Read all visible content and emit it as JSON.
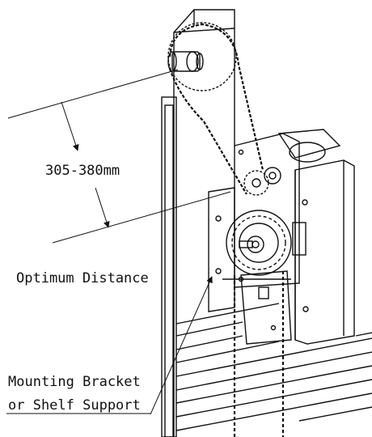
{
  "labels": {
    "dimension": "305-380mm",
    "optimum": "Optimum Distance",
    "bracket_line1": "Mounting Bracket",
    "bracket_line2": "or Shelf Support"
  },
  "colors": {
    "line": "#111111",
    "background": "#ffffff"
  }
}
